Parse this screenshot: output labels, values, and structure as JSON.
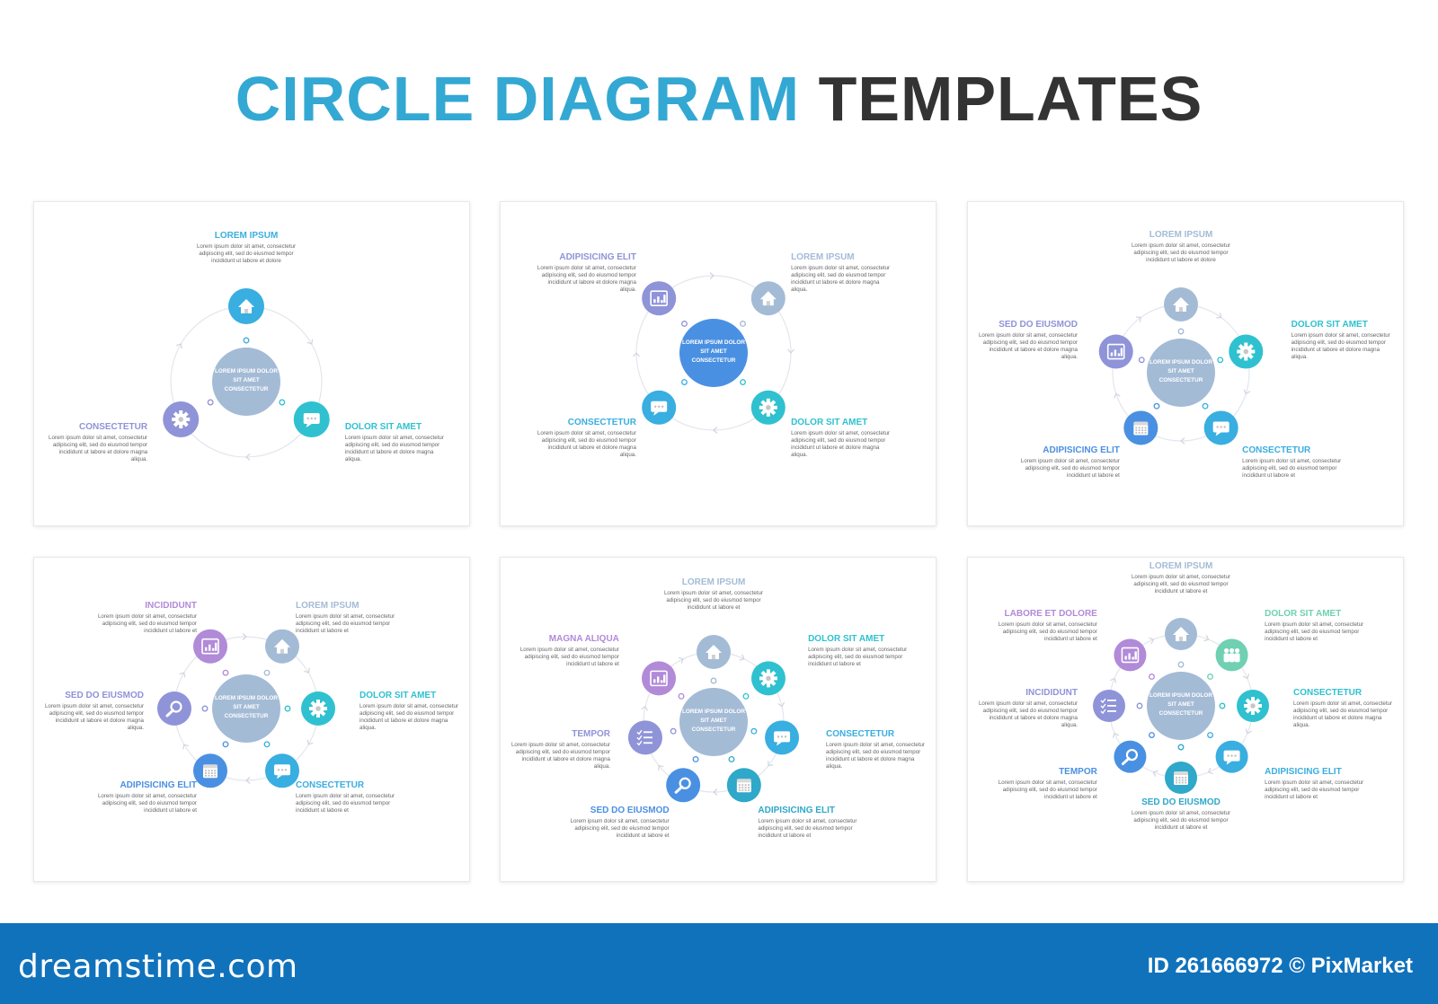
{
  "title": {
    "part1": "CIRCLE DIAGRAM",
    "part2": "TEMPLATES"
  },
  "colors": {
    "title_blue": "#33a8d3",
    "title_dark": "#333333",
    "footer": "#1172bc",
    "text_grey": "#666666"
  },
  "center_text": "LOREM IPSUM DOLOR SIT AMET CONSECTETUR",
  "panels": [
    {
      "center_color": "#a4bbd6",
      "items": [
        {
          "label": "LOREM IPSUM",
          "desc": "Lorem ipsum dolor sit amet, consectetur adipiscing elit, sed do eiusmod tempor incididunt ut labore et dolore",
          "icon": "home-icon",
          "color": "#39aee0"
        },
        {
          "label": "DOLOR SIT AMET",
          "desc": "Lorem ipsum dolor sit amet, consectetur adipiscing elit, sed do eiusmod tempor incididunt ut labore et dolore magna aliqua.",
          "icon": "chat-icon",
          "color": "#2fc1cf"
        },
        {
          "label": "CONSECTETUR",
          "desc": "Lorem ipsum dolor sit amet, consectetur adipiscing elit, sed do eiusmod tempor incididunt ut labore et dolore magna aliqua.",
          "icon": "gear-icon",
          "color": "#8f93d8"
        }
      ]
    },
    {
      "center_color": "#4a90e2",
      "items": [
        {
          "label": "LOREM IPSUM",
          "desc": "Lorem ipsum dolor sit amet, consectetur adipiscing elit, sed do eiusmod tempor incididunt ut labore et dolore magna aliqua.",
          "icon": "home-icon",
          "color": "#a4bbd6"
        },
        {
          "label": "DOLOR SIT AMET",
          "desc": "Lorem ipsum dolor sit amet, consectetur adipiscing elit, sed do eiusmod tempor incididunt ut labore et dolore magna aliqua.",
          "icon": "gear-icon",
          "color": "#2fc1cf"
        },
        {
          "label": "CONSECTETUR",
          "desc": "Lorem ipsum dolor sit amet, consectetur adipiscing elit, sed do eiusmod tempor incididunt ut labore et dolore magna aliqua.",
          "icon": "chat-icon",
          "color": "#39aee0"
        },
        {
          "label": "ADIPISICING ELIT",
          "desc": "Lorem ipsum dolor sit amet, consectetur adipiscing elit, sed do eiusmod tempor incididunt ut labore et dolore magna aliqua.",
          "icon": "chart-icon",
          "color": "#8f93d8"
        }
      ]
    },
    {
      "center_color": "#a4bbd6",
      "items": [
        {
          "label": "LOREM IPSUM",
          "desc": "Lorem ipsum dolor sit amet, consectetur adipiscing elit, sed do eiusmod tempor incididunt ut labore et dolore",
          "icon": "home-icon",
          "color": "#a4bbd6"
        },
        {
          "label": "DOLOR SIT AMET",
          "desc": "Lorem ipsum dolor sit amet, consectetur adipiscing elit, sed do eiusmod tempor incididunt ut labore et dolore magna aliqua.",
          "icon": "gear-icon",
          "color": "#2fc1cf"
        },
        {
          "label": "CONSECTETUR",
          "desc": "Lorem ipsum dolor sit amet, consectetur adipiscing elit, sed do eiusmod tempor incididunt ut labore et",
          "icon": "chat-icon",
          "color": "#39aee0"
        },
        {
          "label": "ADIPISICING ELIT",
          "desc": "Lorem ipsum dolor sit amet, consectetur adipiscing elit, sed do eiusmod tempor incididunt ut labore et",
          "icon": "calendar-icon",
          "color": "#4a90e2"
        },
        {
          "label": "SED DO EIUSMOD",
          "desc": "Lorem ipsum dolor sit amet, consectetur adipiscing elit, sed do eiusmod tempor incididunt ut labore et dolore magna aliqua.",
          "icon": "chart-icon",
          "color": "#8f93d8"
        }
      ]
    },
    {
      "center_color": "#a4bbd6",
      "items": [
        {
          "label": "LOREM IPSUM",
          "desc": "Lorem ipsum dolor sit amet, consectetur adipiscing elit, sed do eiusmod tempor incididunt ut labore et",
          "icon": "home-icon",
          "color": "#a4bbd6"
        },
        {
          "label": "DOLOR SIT AMET",
          "desc": "Lorem ipsum dolor sit amet, consectetur adipiscing elit, sed do eiusmod tempor incididunt ut labore et dolore magna aliqua.",
          "icon": "gear-icon",
          "color": "#2fc1cf"
        },
        {
          "label": "CONSECTETUR",
          "desc": "Lorem ipsum dolor sit amet, consectetur adipiscing elit, sed do eiusmod tempor incididunt ut labore et",
          "icon": "chat-icon",
          "color": "#39aee0"
        },
        {
          "label": "ADIPISICING ELIT",
          "desc": "Lorem ipsum dolor sit amet, consectetur adipiscing elit, sed do eiusmod tempor incididunt ut labore et",
          "icon": "calendar-icon",
          "color": "#4a90e2"
        },
        {
          "label": "SED DO EIUSMOD",
          "desc": "Lorem ipsum dolor sit amet, consectetur adipiscing elit, sed do eiusmod tempor incididunt ut labore et dolore magna aliqua.",
          "icon": "search-icon",
          "color": "#8f93d8"
        },
        {
          "label": "INCIDIDUNT",
          "desc": "Lorem ipsum dolor sit amet, consectetur adipiscing elit, sed do eiusmod tempor incididunt ut labore et",
          "icon": "chart-icon",
          "color": "#b18ad8"
        }
      ]
    },
    {
      "center_color": "#a4bbd6",
      "items": [
        {
          "label": "LOREM IPSUM",
          "desc": "Lorem ipsum dolor sit amet, consectetur adipiscing elit, sed do eiusmod tempor incididunt ut labore et",
          "icon": "home-icon",
          "color": "#a4bbd6"
        },
        {
          "label": "DOLOR SIT AMET",
          "desc": "Lorem ipsum dolor sit amet, consectetur adipiscing elit, sed do eiusmod tempor incididunt ut labore et",
          "icon": "gear-icon",
          "color": "#2fc1cf"
        },
        {
          "label": "CONSECTETUR",
          "desc": "Lorem ipsum dolor sit amet, consectetur adipiscing elit, sed do eiusmod tempor incididunt ut labore et dolore magna aliqua.",
          "icon": "chat-icon",
          "color": "#39aee0"
        },
        {
          "label": "ADIPISICING ELIT",
          "desc": "Lorem ipsum dolor sit amet, consectetur adipiscing elit, sed do eiusmod tempor incididunt ut labore et",
          "icon": "calendar-icon",
          "color": "#2fa8c9"
        },
        {
          "label": "SED DO EIUSMOD",
          "desc": "Lorem ipsum dolor sit amet, consectetur adipiscing elit, sed do eiusmod tempor incididunt ut labore et",
          "icon": "search-icon",
          "color": "#4a90e2"
        },
        {
          "label": "TEMPOR",
          "desc": "Lorem ipsum dolor sit amet, consectetur adipiscing elit, sed do eiusmod tempor incididunt ut labore et dolore magna aliqua.",
          "icon": "checklist-icon",
          "color": "#8f93d8"
        },
        {
          "label": "MAGNA ALIQUA",
          "desc": "Lorem ipsum dolor sit amet, consectetur adipiscing elit, sed do eiusmod tempor incididunt ut labore et",
          "icon": "chart-icon",
          "color": "#b18ad8"
        }
      ]
    },
    {
      "center_color": "#a4bbd6",
      "items": [
        {
          "label": "LOREM IPSUM",
          "desc": "Lorem ipsum dolor sit amet, consectetur adipiscing elit, sed do eiusmod tempor incididunt ut labore et",
          "icon": "home-icon",
          "color": "#a4bbd6"
        },
        {
          "label": "DOLOR SIT AMET",
          "desc": "Lorem ipsum dolor sit amet, consectetur adipiscing elit, sed do eiusmod tempor incididunt ut labore et",
          "icon": "people-icon",
          "color": "#6fd0b2"
        },
        {
          "label": "CONSECTETUR",
          "desc": "Lorem ipsum dolor sit amet, consectetur adipiscing elit, sed do eiusmod tempor incididunt ut labore et dolore magna aliqua.",
          "icon": "gear-icon",
          "color": "#2fc1cf"
        },
        {
          "label": "ADIPISICING ELIT",
          "desc": "Lorem ipsum dolor sit amet, consectetur adipiscing elit, sed do eiusmod tempor incididunt ut labore et",
          "icon": "chat-icon",
          "color": "#39aee0"
        },
        {
          "label": "SED DO EIUSMOD",
          "desc": "Lorem ipsum dolor sit amet, consectetur adipiscing elit, sed do eiusmod tempor incididunt ut labore et",
          "icon": "calendar-icon",
          "color": "#2fa8c9"
        },
        {
          "label": "TEMPOR",
          "desc": "Lorem ipsum dolor sit amet, consectetur adipiscing elit, sed do eiusmod tempor incididunt ut labore et",
          "icon": "search-icon",
          "color": "#4a90e2"
        },
        {
          "label": "INCIDIDUNT",
          "desc": "Lorem ipsum dolor sit amet, consectetur adipiscing elit, sed do eiusmod tempor incididunt ut labore et dolore magna aliqua.",
          "icon": "checklist-icon",
          "color": "#8f93d8"
        },
        {
          "label": "LABORE ET DOLORE",
          "desc": "Lorem ipsum dolor sit amet, consectetur adipiscing elit, sed do eiusmod tempor incididunt ut labore et",
          "icon": "chart-icon",
          "color": "#b18ad8"
        }
      ]
    }
  ],
  "footer": {
    "logo": "dreamstime.com",
    "credit": "ID 261666972 © PixMarket"
  }
}
